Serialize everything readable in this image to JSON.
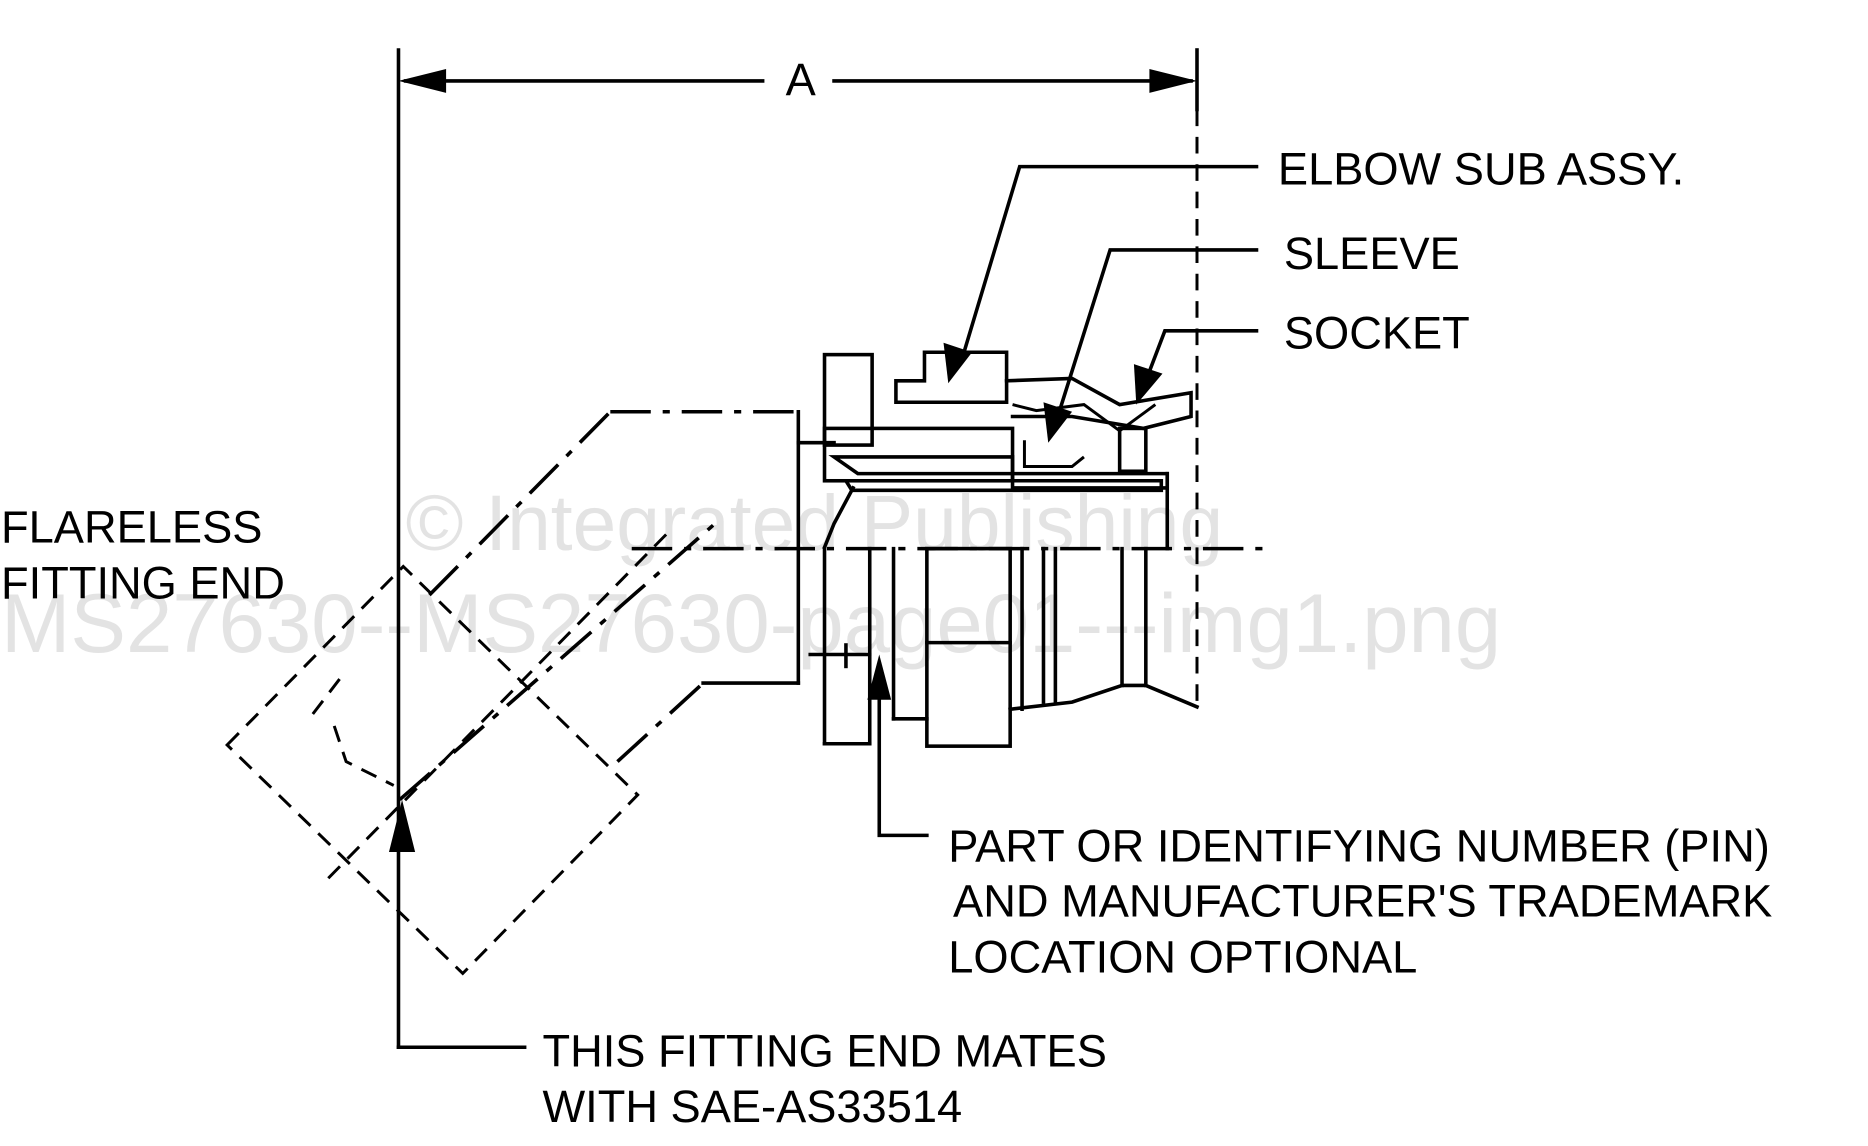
{
  "title": "MS27630 elbow fitting assembly drawing",
  "dimension": {
    "label": "A"
  },
  "callouts": {
    "elbow": "ELBOW SUB ASSY.",
    "sleeve": "SLEEVE",
    "socket": "SOCKET",
    "flareless_line1": "FLARELESS",
    "flareless_line2": "FITTING END",
    "pin_line1": "PART OR IDENTIFYING NUMBER (PIN)",
    "pin_line2": "AND MANUFACTURER'S TRADEMARK",
    "pin_line3": "LOCATION OPTIONAL",
    "mates_line1": "THIS FITTING END MATES",
    "mates_line2": "WITH SAE-AS33514"
  },
  "watermark": {
    "line1": "© Integrated Publishing",
    "line2": "MS27630--MS27630-page01---img1.png"
  }
}
